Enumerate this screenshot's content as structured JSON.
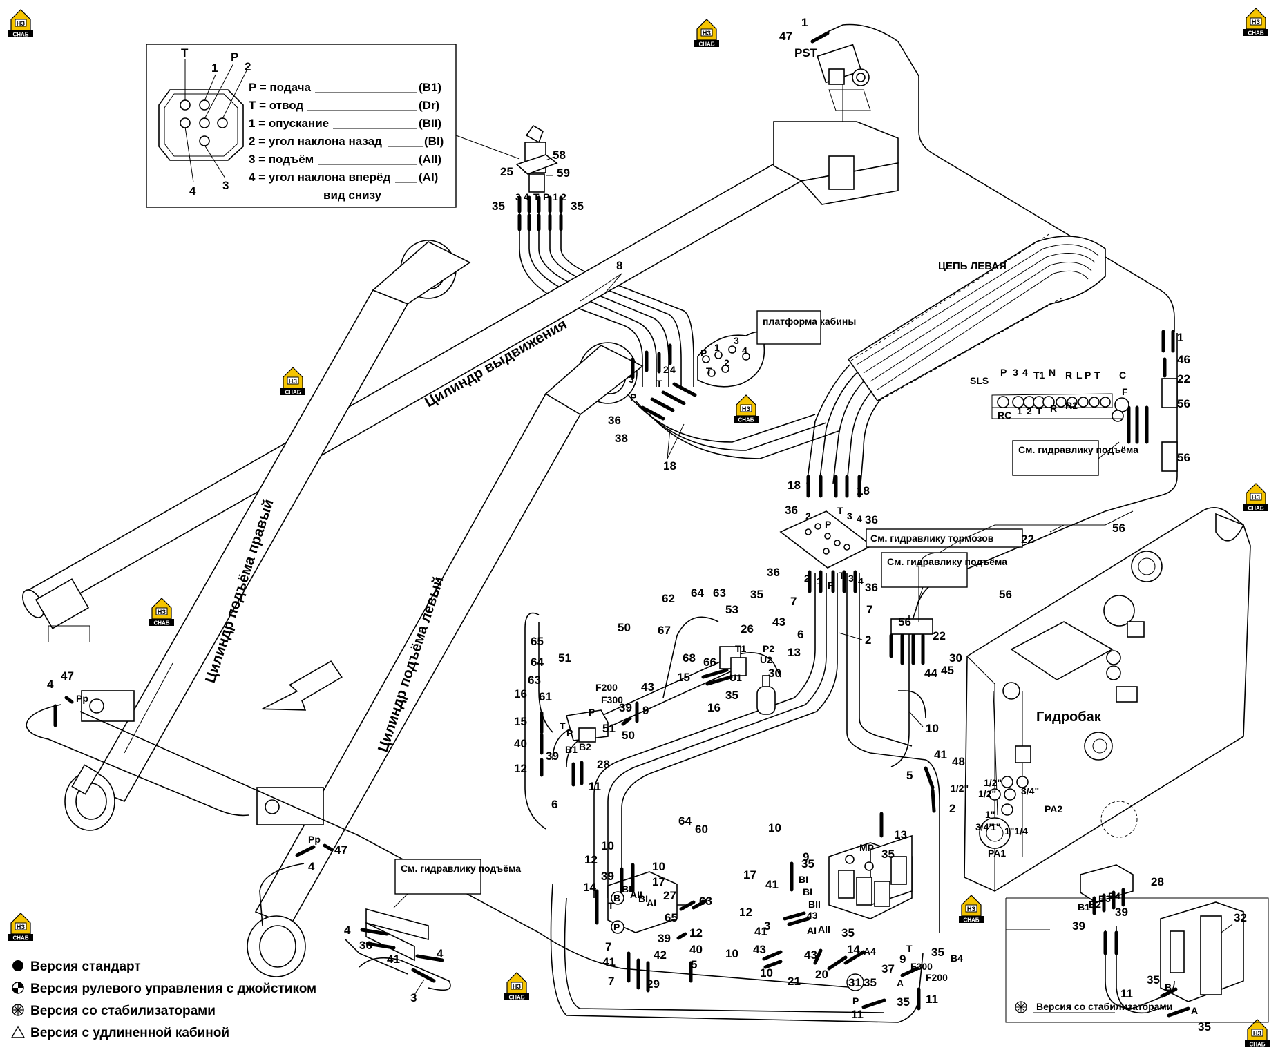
{
  "brand": {
    "logo_text": "НЗ",
    "logo_sub": "СНАБ",
    "color": "#f5c400"
  },
  "connector_detail": {
    "pins": {
      "t": "T",
      "p": "P",
      "one": "1",
      "two": "2",
      "three": "3",
      "four": "4"
    },
    "lines": [
      {
        "label": "P = подача",
        "code": "(B1)"
      },
      {
        "label": "T = отвод",
        "code": "(Dr)"
      },
      {
        "label": "1 = опускание",
        "code": "(BII)"
      },
      {
        "label": "2 = угол наклона назад",
        "code": "(BI)"
      },
      {
        "label": "3 = подъём",
        "code": "(AII)"
      },
      {
        "label": "4 = угол наклона вперёд",
        "code": "(AI)"
      }
    ],
    "view_note": "вид снизу"
  },
  "components": {
    "extension_cylinder": "Цилиндр выдвижения",
    "lift_cylinder_right": "Цилиндр подъёма правый",
    "lift_cylinder_left": "Цилиндр подъёма левый",
    "chain_left": "ЦЕПЬ ЛЕВАЯ",
    "cab_platform": "платформа кабины",
    "tank": "Гидробак"
  },
  "callouts": {
    "see_lift": "См. гидравлику подъёма",
    "see_brakes": "См. гидравлику тормозов",
    "stabilizer_version": "Версия со стабилизаторами"
  },
  "legend": [
    {
      "symbol": "filled-circle",
      "text": "Версия стандарт"
    },
    {
      "symbol": "half-circle",
      "text": "Версия рулевого управления с джойстиком"
    },
    {
      "symbol": "asterisk-circle",
      "text": "Версия со стабилизаторами"
    },
    {
      "symbol": "triangle",
      "text": "Версия с удлиненной кабиной"
    }
  ],
  "part_numbers": [
    "1",
    "2",
    "3",
    "4",
    "5",
    "6",
    "7",
    "8",
    "9",
    "10",
    "11",
    "12",
    "13",
    "14",
    "15",
    "16",
    "17",
    "18",
    "20",
    "21",
    "22",
    "25",
    "26",
    "27",
    "28",
    "29",
    "30",
    "31",
    "32",
    "35",
    "36",
    "37",
    "38",
    "39",
    "40",
    "41",
    "42",
    "43",
    "44",
    "45",
    "46",
    "47",
    "48",
    "50",
    "51",
    "53",
    "56",
    "58",
    "59",
    "60",
    "61",
    "62",
    "63",
    "64",
    "65",
    "66",
    "67",
    "68"
  ],
  "port_labels": [
    "PST",
    "P",
    "T",
    "1",
    "2",
    "3",
    "4",
    "Pp",
    "SLS",
    "RC",
    "N",
    "R",
    "L",
    "C",
    "F",
    "T1",
    "R1",
    "P2",
    "U2",
    "U1",
    "F200",
    "F300",
    "B1",
    "B2",
    "B3",
    "B4",
    "BI",
    "BII",
    "AI",
    "AII",
    "MP",
    "A",
    "B",
    "A4",
    "PA1",
    "PA2",
    "1/2\"",
    "3/4\"",
    "1\"",
    "1\"1/4"
  ]
}
